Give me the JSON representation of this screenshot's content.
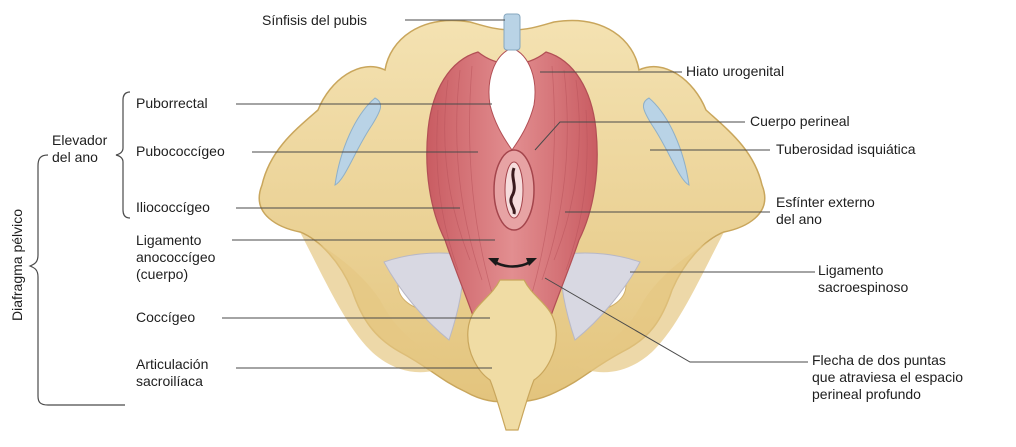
{
  "diagram": {
    "group_labels": {
      "diafragma_pelvico": "Diafragma pélvico",
      "elevador_del_ano": "Elevador\ndel ano"
    },
    "labels": {
      "sinfisis_del_pubis": "Sínfisis del pubis",
      "hiato_urogenital": "Hiato urogenital",
      "cuerpo_perineal": "Cuerpo perineal",
      "tuberosidad_isquiatica": "Tuberosidad isquiática",
      "esfinter_externo_del_ano": "Esfínter externo\ndel ano",
      "ligamento_sacroespinoso": "Ligamento\nsacroespinoso",
      "flecha_de_dos_puntas": "Flecha de dos puntas\nque atraviesa el espacio\nperineal profundo",
      "puborrectal": "Puborrectal",
      "pubococcigeo": "Pubococcígeo",
      "iliococcigeo": "Iliococcígeo",
      "ligamento_anococcigeo": "Ligamento\nanococcígeo\n(cuerpo)",
      "coccigeo": "Coccígeo",
      "articulacion_sacroiliaca": "Articulación\nsacroilíaca"
    },
    "colors": {
      "bone": "#efd9a0",
      "bone_shadow": "#d4b56a",
      "muscle": "#d9777b",
      "muscle_light": "#e8a0a2",
      "cartilage": "#b9d3e6",
      "ligament": "#d8d8e2",
      "leader": "#4a4a4a"
    }
  }
}
